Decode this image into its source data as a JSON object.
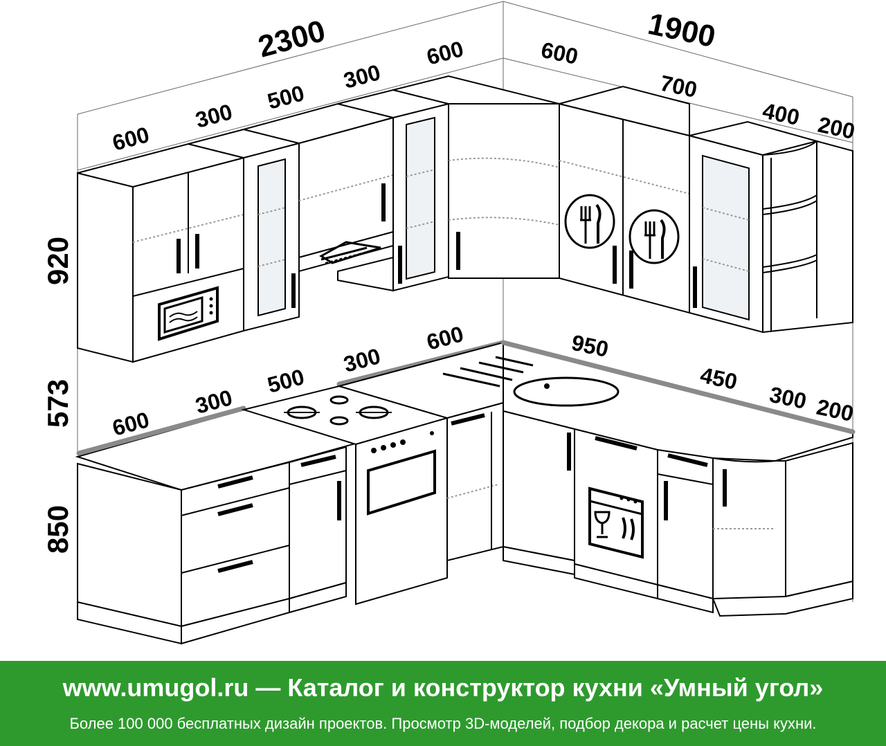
{
  "dimensions": {
    "left_wall_total": "2300",
    "right_wall_total": "1900",
    "upper_left": [
      "600",
      "300",
      "500",
      "300",
      "600"
    ],
    "upper_right": [
      "600",
      "700",
      "400",
      "200"
    ],
    "lower_left": [
      "600",
      "300",
      "500",
      "300",
      "600"
    ],
    "lower_right": [
      "950",
      "450",
      "300",
      "200"
    ],
    "height_upper": "920",
    "height_gap": "573",
    "height_lower": "850"
  },
  "banner": {
    "title": "www.umugol.ru — Каталог и конструктор кухни «Умный угол»",
    "subtitle": "Более 100 000 бесплатных дизайн проектов. Просмотр 3D-моделей, подбор декора и расчет цены кухни."
  },
  "colors": {
    "banner_bg": "#2e9a2e",
    "banner_text": "#ffffff",
    "countertop_edge": "#8a8a8a"
  }
}
